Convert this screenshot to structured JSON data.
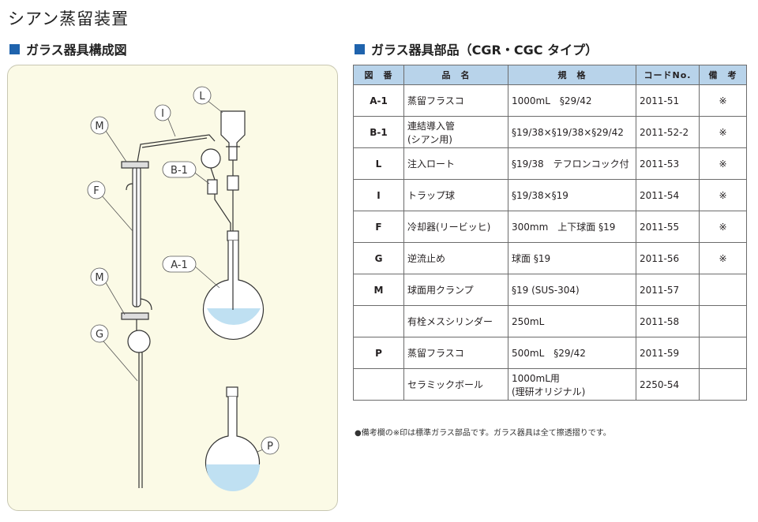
{
  "page_title": "シアン蒸留装置",
  "diagram_heading": "ガラス器具構成図",
  "table_heading": "ガラス器具部品（CGR・CGC タイプ）",
  "diagram_labels": {
    "M_top": "M",
    "I": "I",
    "L": "L",
    "F": "F",
    "B1": "B-1",
    "A1": "A-1",
    "M_bottom": "M",
    "G": "G",
    "P": "P"
  },
  "table": {
    "headers": [
      "図　番",
      "品　名",
      "規　格",
      "コードNo.",
      "備　考"
    ],
    "rows": [
      {
        "fig": "A-1",
        "name": "蒸留フラスコ",
        "spec": "1000mL　§29/42",
        "code": "2011-51",
        "note": "※"
      },
      {
        "fig": "B-1",
        "name": "連結導入管\n(シアン用)",
        "spec": "§19/38×§19/38×§29/42",
        "code": "2011-52-2",
        "note": "※"
      },
      {
        "fig": "L",
        "name": "注入ロート",
        "spec": "§19/38　テフロンコック付",
        "code": "2011-53",
        "note": "※"
      },
      {
        "fig": "I",
        "name": "トラップ球",
        "spec": "§19/38×§19",
        "code": "2011-54",
        "note": "※"
      },
      {
        "fig": "F",
        "name": "冷却器(リービッヒ)",
        "spec": "300mm　上下球面 §19",
        "code": "2011-55",
        "note": "※"
      },
      {
        "fig": "G",
        "name": "逆流止め",
        "spec": "球面 §19",
        "code": "2011-56",
        "note": "※"
      },
      {
        "fig": "M",
        "name": "球面用クランプ",
        "spec": "§19 (SUS-304)",
        "code": "2011-57",
        "note": ""
      },
      {
        "fig": "",
        "name": "有栓メスシリンダー",
        "spec": "250mL",
        "code": "2011-58",
        "note": ""
      },
      {
        "fig": "P",
        "name": "蒸留フラスコ",
        "spec": "500mL　§29/42",
        "code": "2011-59",
        "note": ""
      },
      {
        "fig": "",
        "name": "セラミックボール",
        "spec": "1000mL用\n(理研オリジナル)",
        "code": "2250-54",
        "note": ""
      }
    ]
  },
  "footnote": "●備考欄の※印は標準ガラス部品です。ガラス器具は全て擦透摺りです。",
  "colors": {
    "accent": "#1f63ad",
    "header_bg": "#b8d3ea",
    "panel_bg": "#fbfae6",
    "liquid": "#bfe0f2"
  }
}
